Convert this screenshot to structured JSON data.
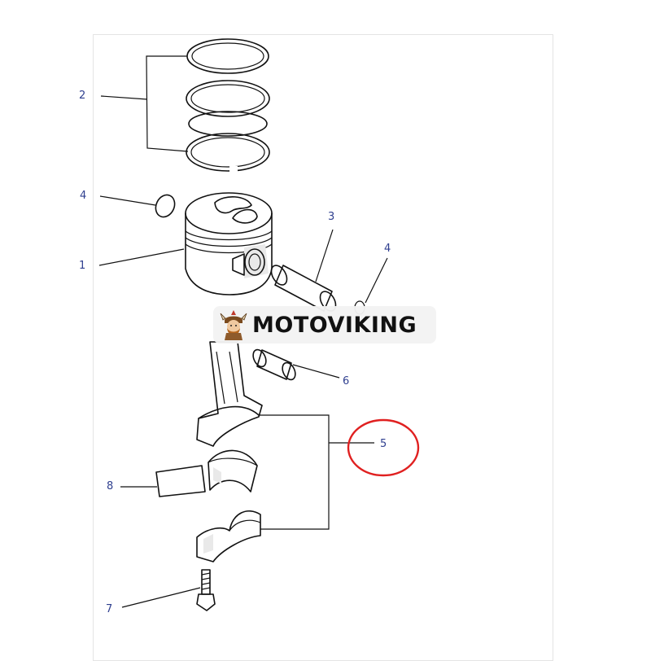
{
  "callouts": {
    "piston": "1",
    "ring_set": "2",
    "piston_pin": "3",
    "snap_ring_left": "4",
    "snap_ring_right": "4",
    "connecting_rod_assembly": "5",
    "bushing": "6",
    "bolt": "7",
    "bearing": "8"
  },
  "highlight": {
    "target": "5",
    "color": "#e02020"
  },
  "watermark": {
    "brand": "MOTOVIKING",
    "logo": "viking-warrior-icon"
  },
  "colors": {
    "callout_text": "#2f3f8f",
    "line_art": "#111111"
  }
}
